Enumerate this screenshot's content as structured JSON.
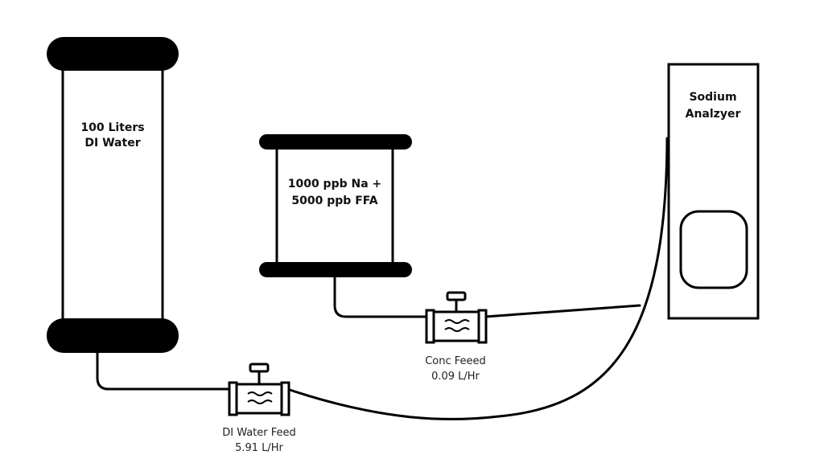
{
  "tanks": {
    "di_water": {
      "line1": "100 Liters",
      "line2": "DI Water"
    },
    "concentrate": {
      "line1": "1000 ppb Na +",
      "line2": "5000 ppb FFA"
    }
  },
  "analyzer": {
    "line1": "Sodium",
    "line2": "Analzyer"
  },
  "valves": {
    "conc_feed": {
      "line1": "Conc Feeed",
      "line2": "0.09 L/Hr"
    },
    "di_feed": {
      "line1": "DI Water Feed",
      "line2": "5.91 L/Hr"
    }
  },
  "colors": {
    "stroke": "#000000",
    "background": "#ffffff"
  }
}
